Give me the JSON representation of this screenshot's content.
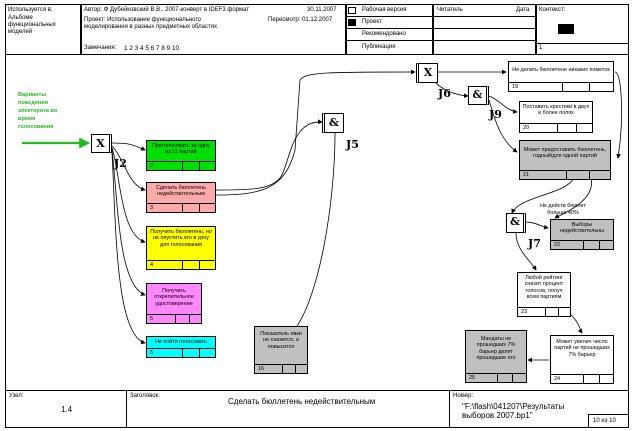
{
  "header": {
    "used_in_label": "Используется в:",
    "used_in_value": "Альбоме функциональных моделей",
    "author_line": "Автор: Ф Дубейковский В.В., 2007-конверт в IDEF3 формат",
    "date": "30.11.2007",
    "project_line": "Проект: Использование функционального моделирования в разных предметных областях",
    "revision": "Пересмотр: 01.12.2007",
    "notes_label": "Замечания:",
    "notes_numbers": "1  2  3  4  5  6  7  8  9  10",
    "status_working": "Рабочая версия",
    "status_project": "Проект",
    "status_recommended": "Рекомендовано",
    "status_published": "Публикация",
    "reader": "Читатель",
    "reader_date": "Дата",
    "context": "Контекст:",
    "context_num": "1"
  },
  "arrow_label": "Варианты поведения электората во время голосования",
  "junctions": {
    "j2": {
      "symbol": "X",
      "label": "J2"
    },
    "j5": {
      "symbol": "&",
      "label": "J5"
    },
    "j6": {
      "symbol": "X",
      "label": "J6"
    },
    "j9": {
      "symbol": "&",
      "label": "J9"
    },
    "j7": {
      "symbol": "&",
      "label": "J7"
    }
  },
  "uobs": {
    "u2": {
      "text": "Проголосовать за одну из 11 партий",
      "num": "2",
      "color": "#00e000"
    },
    "u3": {
      "text": "Сделать бюллетень недействительным",
      "num": "3",
      "color": "#ffaaaa"
    },
    "u4": {
      "text": "Получить бюллетень, но не опустить его в урну для голосования",
      "num": "4",
      "color": "#ffff00"
    },
    "u5": {
      "text": "Получить открепительное удостоверение",
      "num": "5",
      "color": "#ff88ff"
    },
    "u6": {
      "text": "Не пойти голосовать",
      "num": "6",
      "color": "#00ffff"
    },
    "u16": {
      "text": "Показатель явки не снизится, а повысится",
      "num": "16",
      "color": "#c0c0c0"
    },
    "u19": {
      "text": "Не делать бюллетене никаких пометок",
      "num": "19",
      "color": "#ffffff"
    },
    "u20": {
      "text": "Поставить крестики в двух и более полях",
      "num": "20",
      "color": "#ffffff"
    },
    "u21": {
      "text": "Может предоставить бюллетень, годный/для одной партий",
      "num": "21",
      "color": "#c0c0c0"
    },
    "u22": {
      "text": "Выборы недействительны",
      "num": "22",
      "color": "#c0c0c0"
    },
    "u23": {
      "text": "Любой рейтинг снизит процент голосов, получ всем партиям",
      "num": "23",
      "color": "#ffffff"
    },
    "u24": {
      "text": "Может увелич число партий не прошедших 7% барьер",
      "num": "24",
      "color": "#ffffff"
    },
    "u25": {
      "text": "Мандаты не прошедших 7% барьер делят прошедшие его",
      "num": "25",
      "color": "#c0c0c0"
    }
  },
  "note_40": "Не действ бюллет больше 40%",
  "footer": {
    "node_label": "Узел:",
    "node_value": "1.4",
    "title_label": "Заголовок:",
    "title_value": "Сделать бюллетень недействительным",
    "number_label": "Номер:",
    "number_value": "\"F:\\flash\\041207\\Результаты выборов 2007.bp1\"",
    "page": "10 из 10"
  }
}
